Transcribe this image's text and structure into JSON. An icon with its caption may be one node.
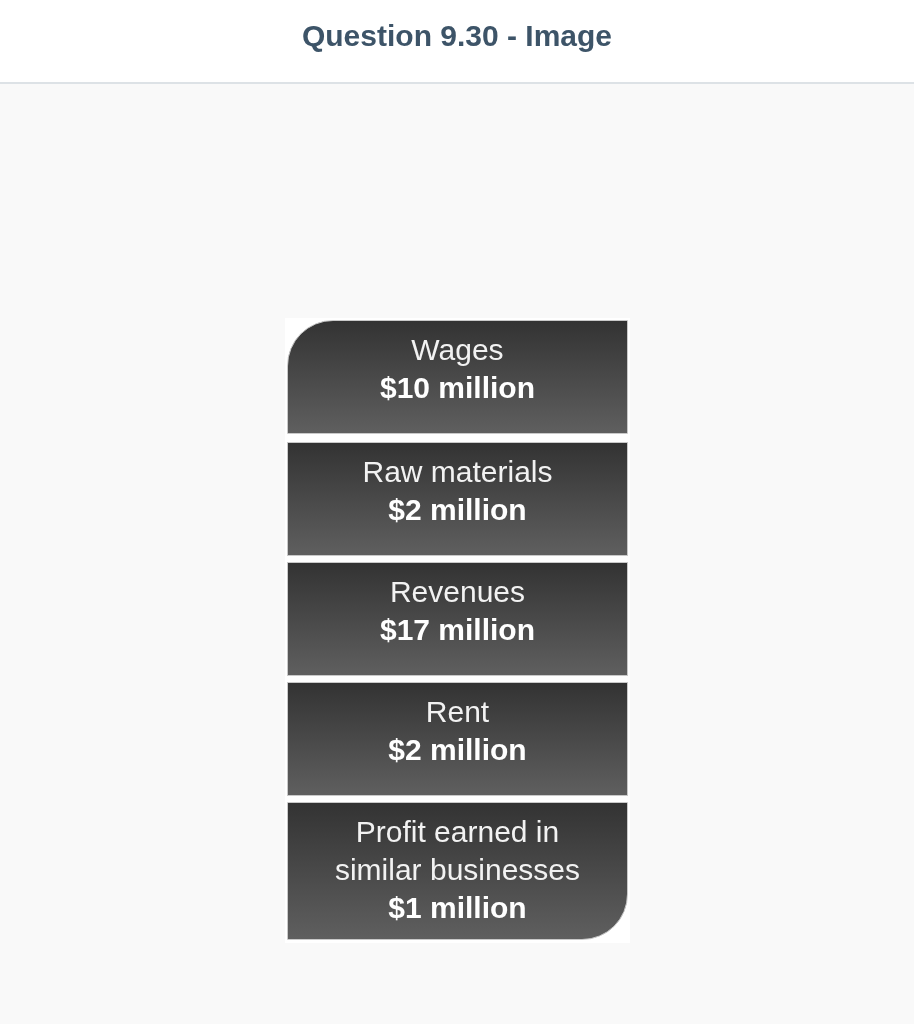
{
  "diagram": {
    "title": "Question 9.30 - Image",
    "nodes": [
      {
        "text": [
          "Wages",
          "$10 million"
        ]
      },
      {
        "text": [
          "Raw materials",
          "$2 million"
        ]
      },
      {
        "text": [
          "Revenues",
          "$17 million"
        ]
      },
      {
        "text": [
          "Rent",
          "$2 million"
        ]
      },
      {
        "text": [
          "Profit earned in similar businesses",
          "$1 million"
        ]
      }
    ],
    "edges": []
  }
}
